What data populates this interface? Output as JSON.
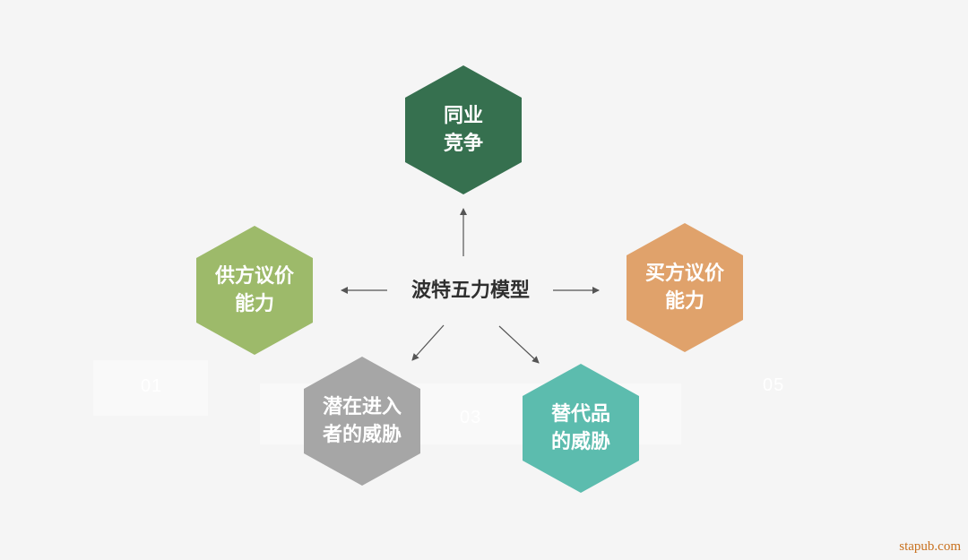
{
  "center": {
    "title": "波特五力模型"
  },
  "forces": {
    "rivalry": {
      "line1": "同业",
      "line2": "竞争",
      "color": "#36704f"
    },
    "supplier": {
      "line1": "供方议价",
      "line2": "能力",
      "color": "#9dba6a"
    },
    "buyer": {
      "line1": "买方议价",
      "line2": "能力",
      "color": "#e0a26b"
    },
    "entrants": {
      "line1": "潜在进入",
      "line2": "者的威胁",
      "color": "#a6a6a6"
    },
    "substitutes": {
      "line1": "替代品",
      "line2": "的威胁",
      "color": "#5cbcae"
    }
  },
  "ghost_labels": [
    "01",
    "03",
    "05"
  ],
  "watermark": "stapub.com",
  "colors": {
    "background": "#f5f5f5",
    "arrow": "#555555",
    "title": "#2f2f2f"
  }
}
